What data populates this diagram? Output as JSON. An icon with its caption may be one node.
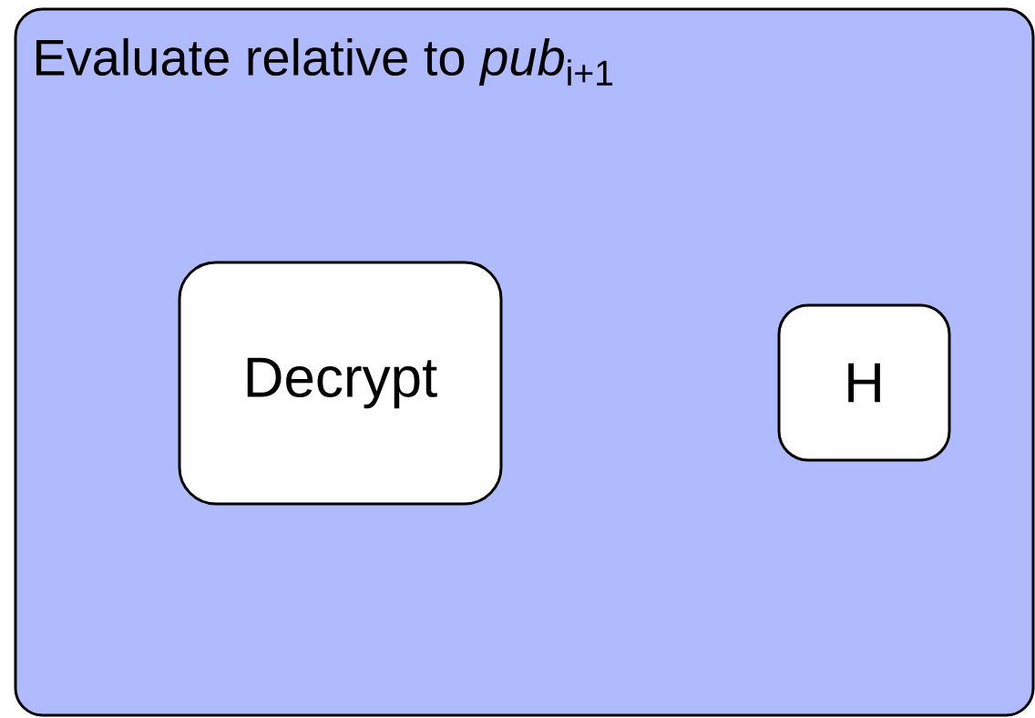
{
  "diagram": {
    "nodes": [
      {
        "text": [
          "Evaluate relative to *pub*$_{i+1}$"
        ]
      },
      {
        "text": [
          "Decrypt"
        ],
        "in": 0
      },
      {
        "text": [
          "H"
        ],
        "in": 0
      }
    ]
  }
}
